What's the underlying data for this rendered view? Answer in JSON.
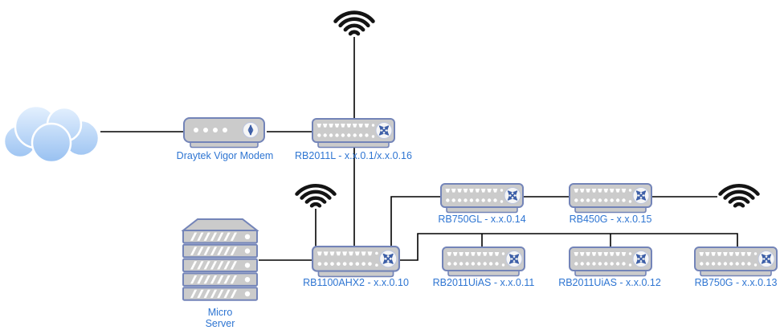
{
  "diagram": {
    "type": "network-topology",
    "nodes": {
      "internet_cloud": {
        "kind": "cloud",
        "label": ""
      },
      "draytek_modem": {
        "kind": "modem",
        "label": "Draytek Vigor Modem"
      },
      "rb2011l": {
        "kind": "router-switch",
        "label": "RB2011L - x.x.0.1/x.x.0.16"
      },
      "wifi_top": {
        "kind": "wifi-ap",
        "label": ""
      },
      "wifi_left": {
        "kind": "wifi-ap",
        "label": ""
      },
      "wifi_right": {
        "kind": "wifi-ap",
        "label": ""
      },
      "rb750gl": {
        "kind": "router-switch",
        "label": "RB750GL - x.x.0.14"
      },
      "rb450g": {
        "kind": "router-switch",
        "label": "RB450G - x.x.0.15"
      },
      "micro_server": {
        "kind": "rack-server",
        "label": "Micro Server"
      },
      "rb1100ahx2": {
        "kind": "router-switch",
        "label": "RB1100AHX2 - x.x.0.10"
      },
      "rb2011uias_1": {
        "kind": "router-switch",
        "label": "RB2011UiAS - x.x.0.11"
      },
      "rb2011uias_2": {
        "kind": "router-switch",
        "label": "RB2011UiAS - x.x.0.12"
      },
      "rb750g": {
        "kind": "router-switch",
        "label": "RB750G - x.x.0.13"
      }
    },
    "connections": [
      [
        "internet_cloud",
        "draytek_modem"
      ],
      [
        "draytek_modem",
        "rb2011l"
      ],
      [
        "wifi_top",
        "rb2011l"
      ],
      [
        "rb2011l",
        "rb1100ahx2"
      ],
      [
        "wifi_left",
        "rb1100ahx2"
      ],
      [
        "rb750gl",
        "rb1100ahx2"
      ],
      [
        "rb750gl",
        "rb450g"
      ],
      [
        "rb450g",
        "wifi_right"
      ],
      [
        "micro_server",
        "rb1100ahx2"
      ],
      [
        "rb1100ahx2",
        "rb2011uias_1"
      ],
      [
        "rb1100ahx2",
        "rb2011uias_2"
      ],
      [
        "rb1100ahx2",
        "rb750g"
      ]
    ],
    "icons": {
      "cloud": "internet-cloud-icon",
      "wifi": "wifi-signal-icon",
      "switch_crossed_arrows": "crossed-arrows-icon",
      "modem_updown_arrow": "up-down-arrow-icon"
    },
    "colors": {
      "background": "#ffffff",
      "label_text": "#2E75D2",
      "device_fill": "#CBCBCB",
      "device_stroke": "#7384B8",
      "connector_line": "#000000",
      "wifi_glyph": "#141414",
      "switch_arrow": "#3D5FA8",
      "cloud_gradient_top": "#EAF4FF",
      "cloud_gradient_bottom": "#97C0F1"
    }
  }
}
